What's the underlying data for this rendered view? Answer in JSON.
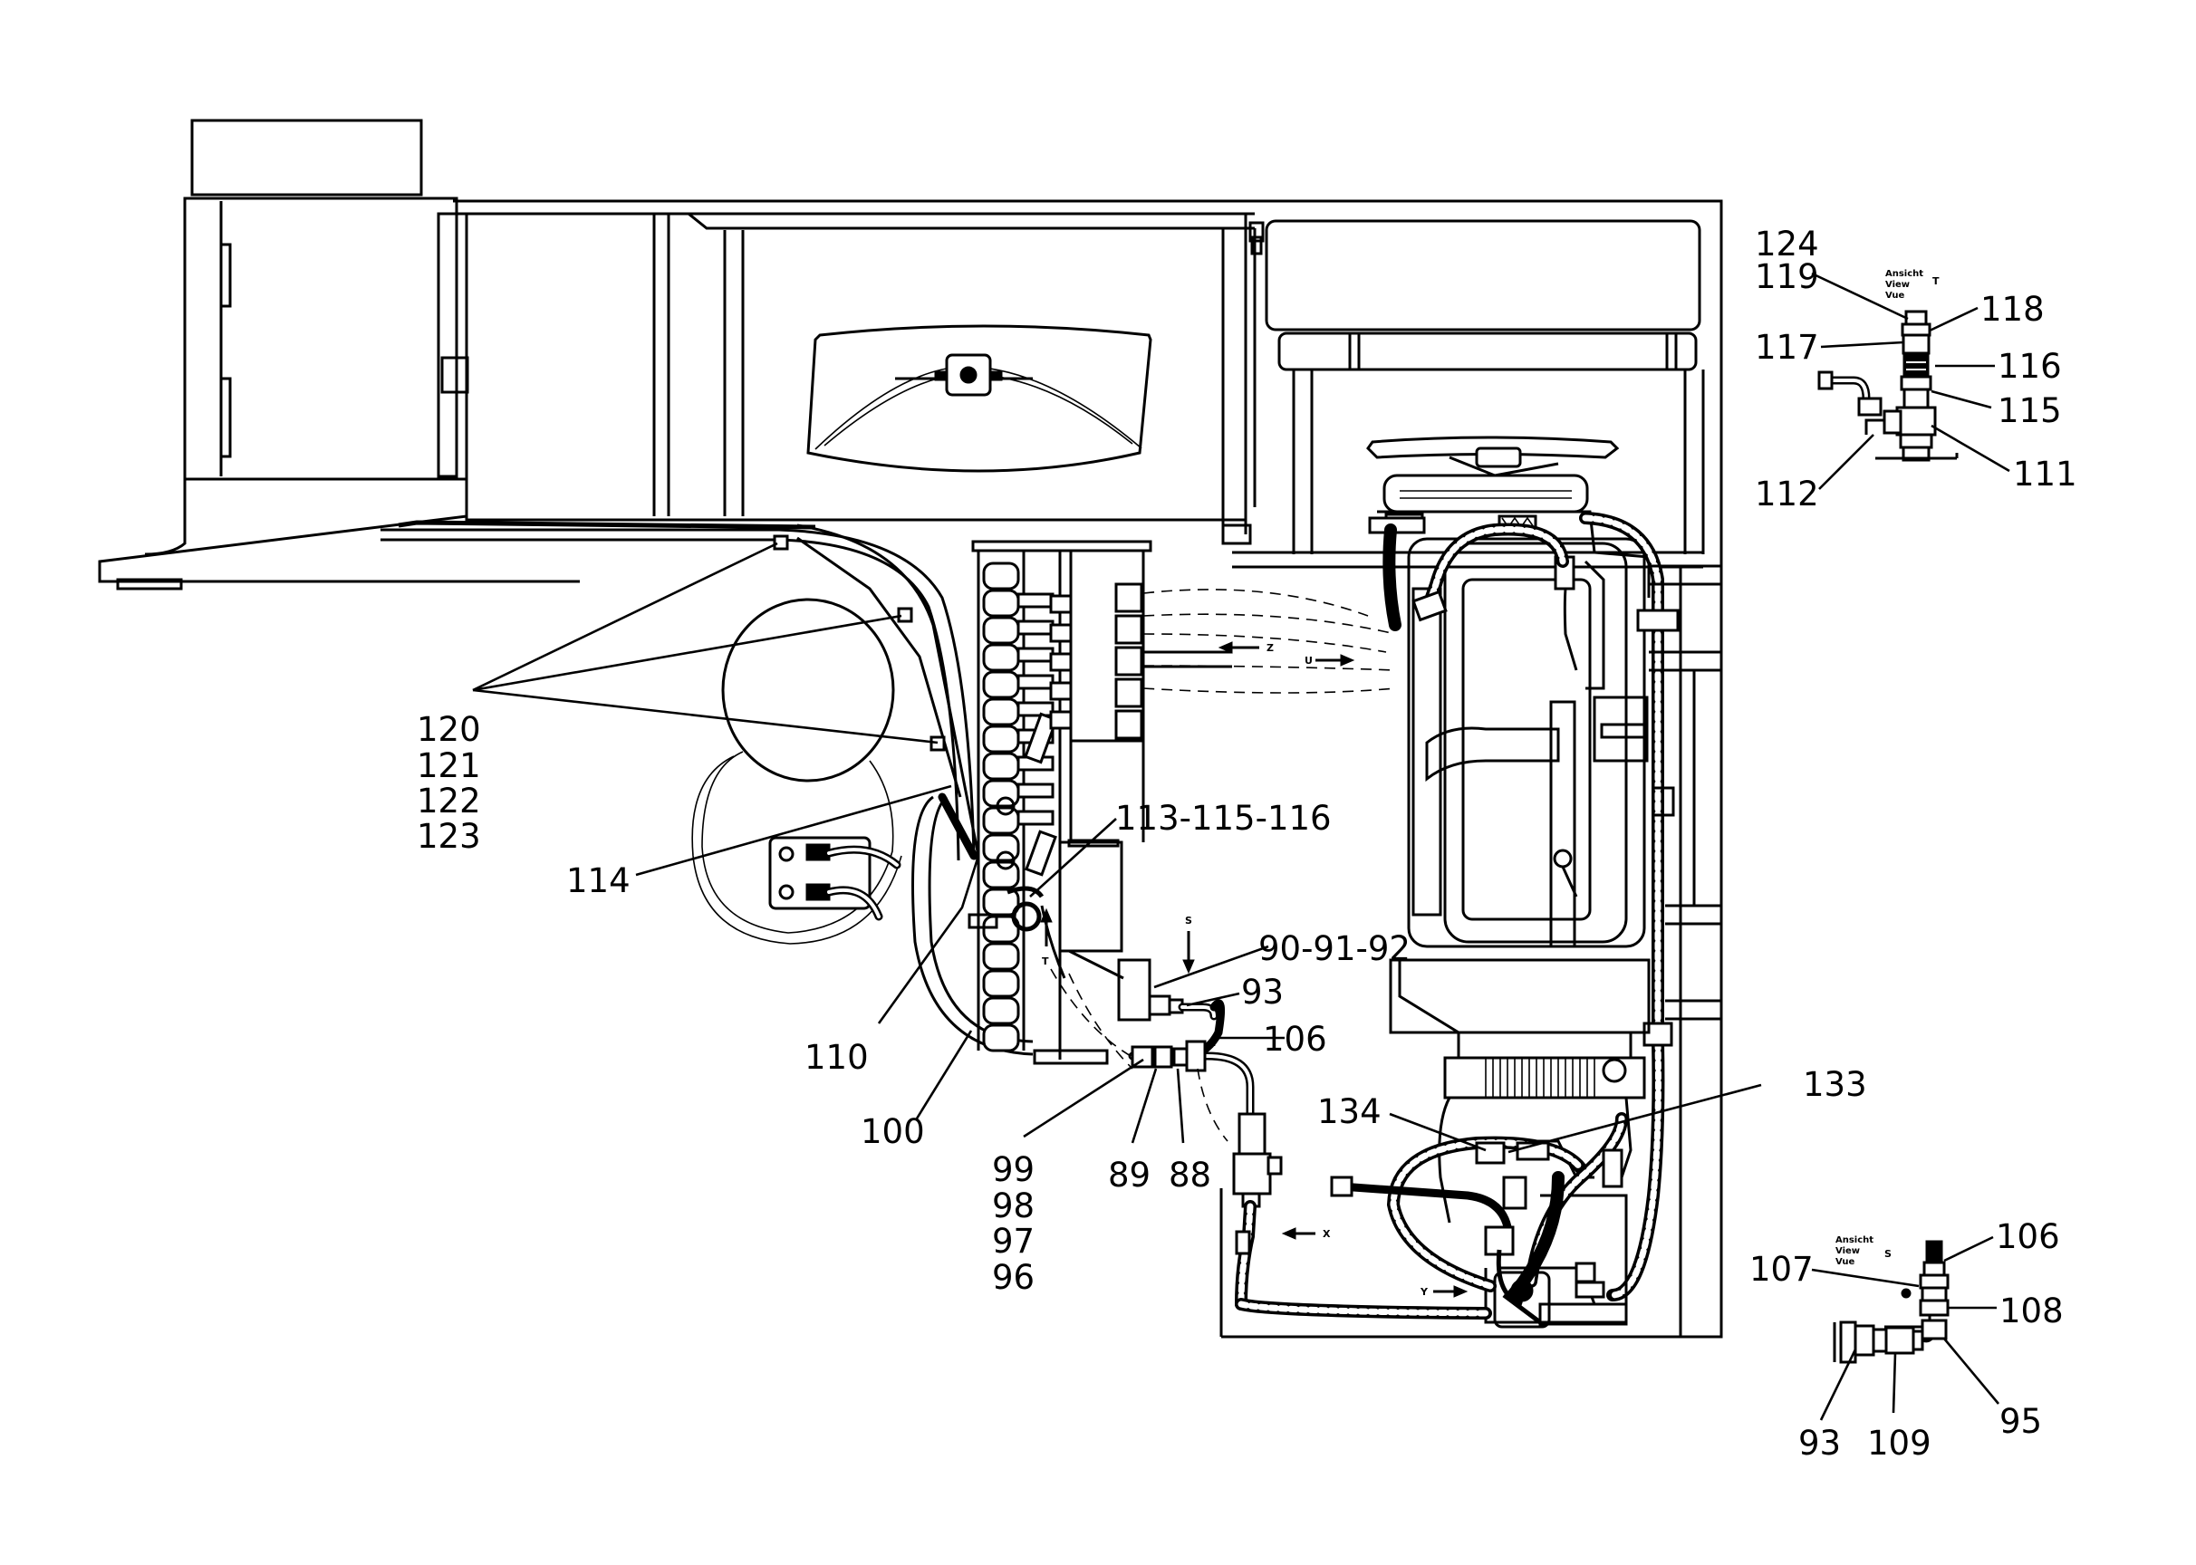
{
  "callouts": {
    "c124": "124",
    "c119": "119",
    "c118": "118",
    "c117": "117",
    "c116": "116",
    "c115": "115",
    "c112": "112",
    "c111": "111",
    "c120": "120",
    "c121": "121",
    "c122": "122",
    "c123": "123",
    "c114": "114",
    "c113_115_116": "113-115-116",
    "c90_91_92": "90-91-92",
    "c93": "93",
    "c106": "106",
    "c110": "110",
    "c100": "100",
    "c134": "134",
    "c133": "133",
    "c99": "99",
    "c98": "98",
    "c97": "97",
    "c96": "96",
    "c89": "89",
    "c88": "88",
    "d_c106": "106",
    "d_c107": "107",
    "d_c108": "108",
    "d_c93": "93",
    "d_c109": "109",
    "d_c95": "95"
  },
  "view_t": {
    "line1": "Ansicht",
    "line2": "View",
    "line3": "Vue",
    "letter": "T"
  },
  "view_s": {
    "line1": "Ansicht",
    "line2": "View",
    "line3": "Vue",
    "letter": "S"
  },
  "arrows": {
    "z": "Z",
    "u": "U",
    "t": "T",
    "s": "S",
    "x": "X",
    "y": "Y"
  }
}
